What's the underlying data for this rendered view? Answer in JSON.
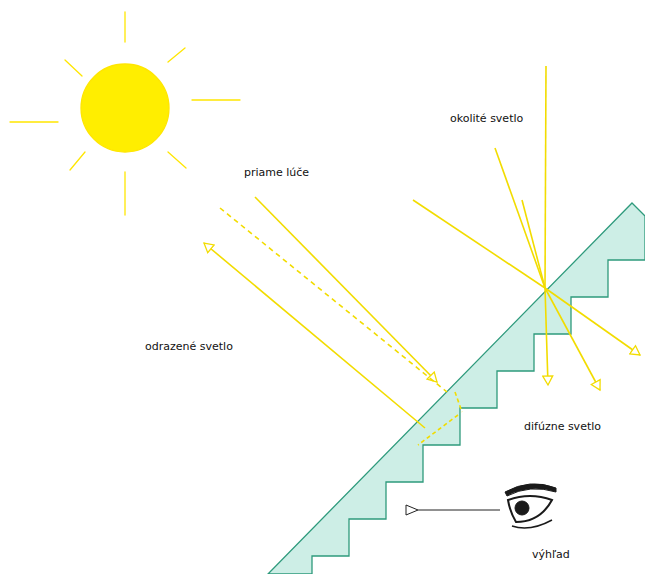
{
  "diagram": {
    "labels": [
      "priame lúče",
      "okolité svetlo",
      "odrazené svetlo",
      "difúzne svetlo",
      "výhľad"
    ]
  }
}
